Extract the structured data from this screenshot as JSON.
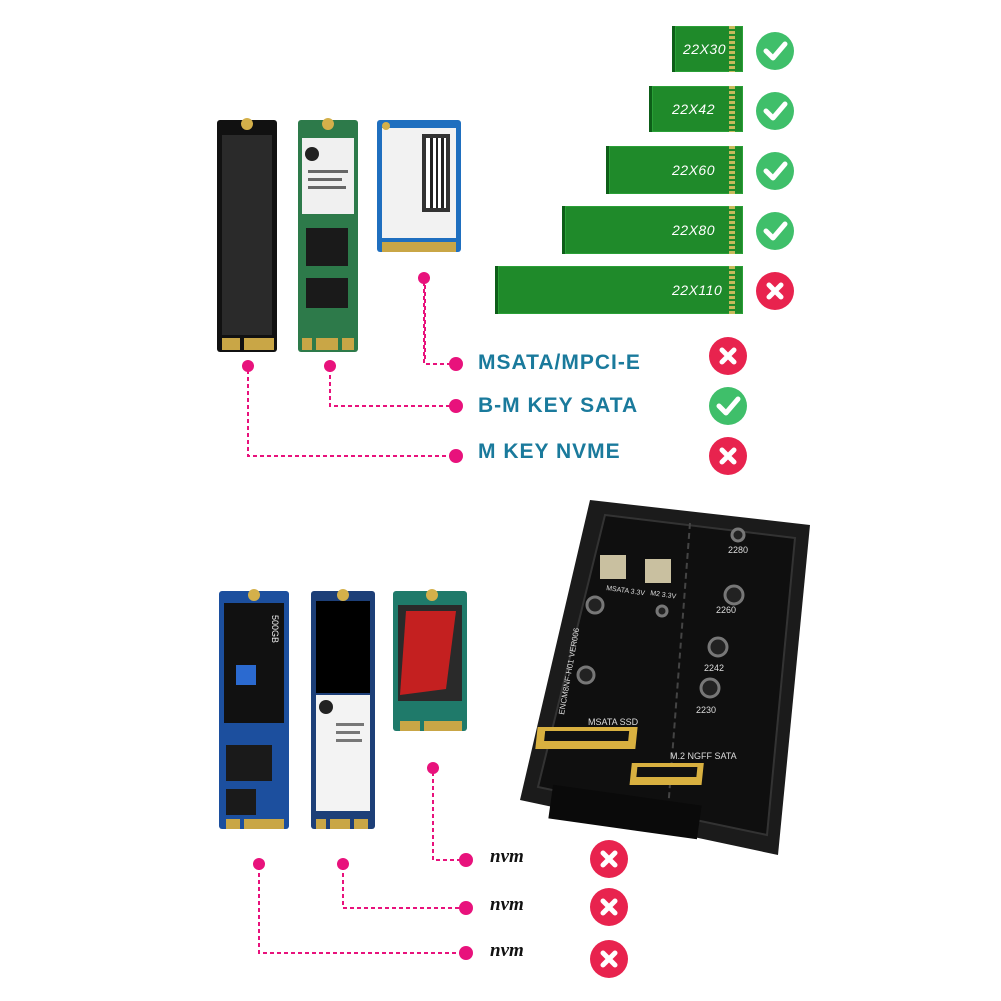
{
  "compat_sizes": [
    {
      "label": "22X30",
      "status": "ok"
    },
    {
      "label": "22X42",
      "status": "ok"
    },
    {
      "label": "22X60",
      "status": "ok"
    },
    {
      "label": "22X80",
      "status": "ok"
    },
    {
      "label": "22X110",
      "status": "no"
    }
  ],
  "type_rows": [
    {
      "label": "MSATA/MPCI-E",
      "status": "no"
    },
    {
      "label": "B-M KEY SATA",
      "status": "ok"
    },
    {
      "label": "M KEY NVME",
      "status": "no"
    }
  ],
  "nvm_rows": [
    {
      "label": "nvm",
      "status": "no"
    },
    {
      "label": "nvm",
      "status": "no"
    },
    {
      "label": "nvm",
      "status": "no"
    }
  ],
  "adapter_board": {
    "slot_labels": [
      "2280",
      "2260",
      "2242",
      "2230"
    ],
    "msata_label": "MSATA SSD",
    "ngff_label": "M.2 NGFF SATA",
    "rail_labels": [
      "MSATA 3.3V",
      "M2 3.3V"
    ],
    "model_text": "ENCM8NF-H01 VER006"
  },
  "ssd_cards": {
    "bottom_ssd_capacity": "500GB"
  },
  "colors": {
    "ok": "#3fbf6a",
    "no": "#e8234e",
    "leader": "#e8127c",
    "type_text": "#1a7a9c",
    "pcb_green": "#1f8a2a"
  }
}
